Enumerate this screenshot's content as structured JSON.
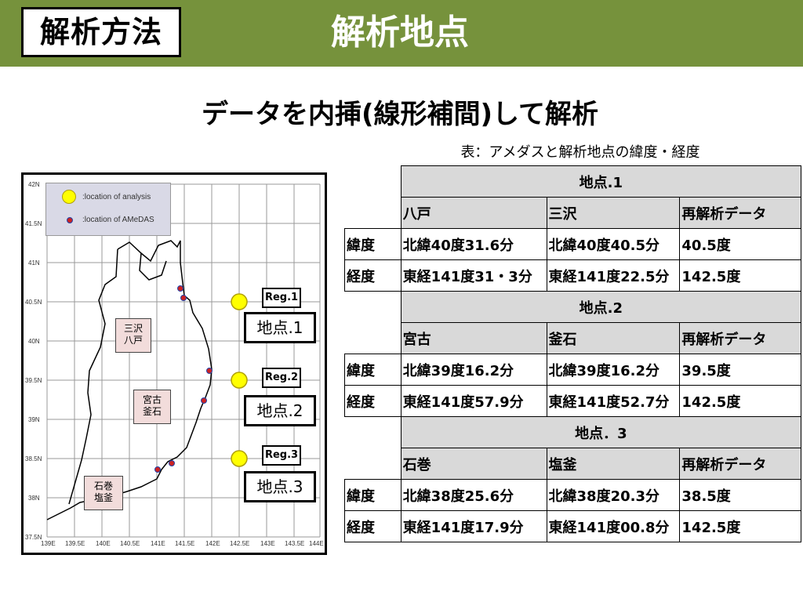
{
  "header": {
    "badge": "解析方法",
    "title": "解析地点"
  },
  "subtitle": "データを内挿(線形補間)して解析",
  "table_caption": "表：アメダスと解析地点の緯度・経度",
  "map": {
    "legend": {
      "analysis": ":location of analysis",
      "amedas": ":location of AMeDAS"
    },
    "lat_labels": [
      "42N",
      "41.5N",
      "41N",
      "40.5N",
      "40N",
      "39.5N",
      "39N",
      "38.5N",
      "38N",
      "37.5N"
    ],
    "lon_labels": [
      "139E",
      "139.5E",
      "140E",
      "140.5E",
      "141E",
      "141.5E",
      "142E",
      "142.5E",
      "143E",
      "143.5E",
      "144E"
    ],
    "reg_labels": [
      "Reg.1",
      "Reg.2",
      "Reg.3"
    ],
    "point_labels": [
      "地点.1",
      "地点.2",
      "地点.3"
    ],
    "regions": [
      {
        "line1": "三沢",
        "line2": "八戸"
      },
      {
        "line1": "宮古",
        "line2": "釜石"
      },
      {
        "line1": "石巻",
        "line2": "塩釜"
      }
    ],
    "colors": {
      "analysis": "#ffff00",
      "amedas": "#cc2222",
      "grid": "#999999"
    }
  },
  "table": {
    "row_labels": {
      "lat": "緯度",
      "lon": "経度"
    },
    "groups": [
      {
        "title": "地点.1",
        "stations": [
          "八戸",
          "三沢",
          "再解析データ"
        ],
        "lat": [
          "北緯40度31.6分",
          "北緯40度40.5分",
          "40.5度"
        ],
        "lon": [
          "東経141度31・3分",
          "東経141度22.5分",
          "142.5度"
        ]
      },
      {
        "title": "地点.2",
        "stations": [
          "宮古",
          "釜石",
          "再解析データ"
        ],
        "lat": [
          "北緯39度16.2分",
          "北緯39度16.2分",
          "39.5度"
        ],
        "lon": [
          "東経141度57.9分",
          "東経141度52.7分",
          "142.5度"
        ]
      },
      {
        "title": "地点．3",
        "stations": [
          "石巻",
          "塩釜",
          "再解析データ"
        ],
        "lat": [
          "北緯38度25.6分",
          "北緯38度20.3分",
          "38.5度"
        ],
        "lon": [
          "東経141度17.9分",
          "東経141度00.8分",
          "142.5度"
        ]
      }
    ]
  }
}
